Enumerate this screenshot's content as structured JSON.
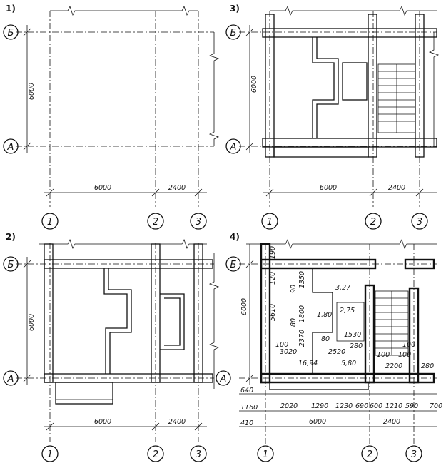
{
  "panels": [
    {
      "id": "p1",
      "label": "1)"
    },
    {
      "id": "p2",
      "label": "2)"
    },
    {
      "id": "p3",
      "label": "3)"
    },
    {
      "id": "p4",
      "label": "4)"
    }
  ],
  "axes": {
    "letters": [
      "Б",
      "А"
    ],
    "numbers": [
      "1",
      "2",
      "3"
    ]
  },
  "dims": {
    "bay_a": "6000",
    "bay_b": "2400",
    "span": "6000"
  },
  "panel4": {
    "dims_vertical_left": [
      "190",
      "120",
      "5610",
      "100"
    ],
    "dims_vertical_inner": [
      "1350",
      "1800",
      "2370"
    ],
    "dims_small_inner": [
      "90",
      "80"
    ],
    "areas": [
      "3,27",
      "2,75",
      "1,80",
      "16,94",
      "5,80"
    ],
    "dims_inner": [
      "1530",
      "280",
      "80",
      "3020",
      "2520",
      "100",
      "2200",
      "100",
      "100",
      "280"
    ],
    "bottom_rows_left": [
      "640",
      "1160",
      "410"
    ],
    "bottom_row2": [
      "2020",
      "1290",
      "1230",
      "690",
      "600",
      "1210",
      "590",
      "700"
    ],
    "bottom_row3": [
      "6000",
      "2400"
    ]
  }
}
